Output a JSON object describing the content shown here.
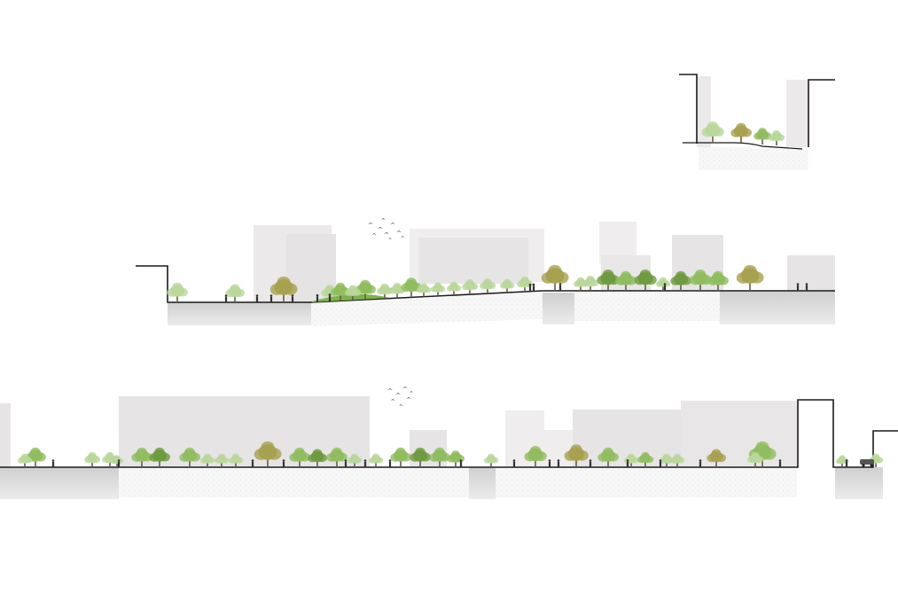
{
  "drawing": {
    "kind": "landscape site sections",
    "colors": {
      "background": "#ffffff",
      "building": "#e7e5e6",
      "building_light": "#efeded",
      "ground_fill": "#d3d3d3",
      "paving_texture": "#f6f6f6",
      "section_line": "#1a1a1a",
      "tree_light": "#b9d79a",
      "tree_mid": "#8fbd5e",
      "tree_dark": "#6e9a3f",
      "tree_autumn": "#a7a04d",
      "lawn": "#7db34a",
      "trunk": "#6b5a48",
      "figure": "#333333"
    },
    "sections": [
      {
        "id": "small-courtyard-section",
        "tree_count": 4
      },
      {
        "id": "middle-park-section",
        "tree_count": 28
      },
      {
        "id": "lower-street-section",
        "tree_count": 34
      }
    ],
    "icons": [
      "bird-flock-icon",
      "person-figure-icon",
      "car-icon",
      "bench-icon",
      "stair-icon"
    ]
  }
}
